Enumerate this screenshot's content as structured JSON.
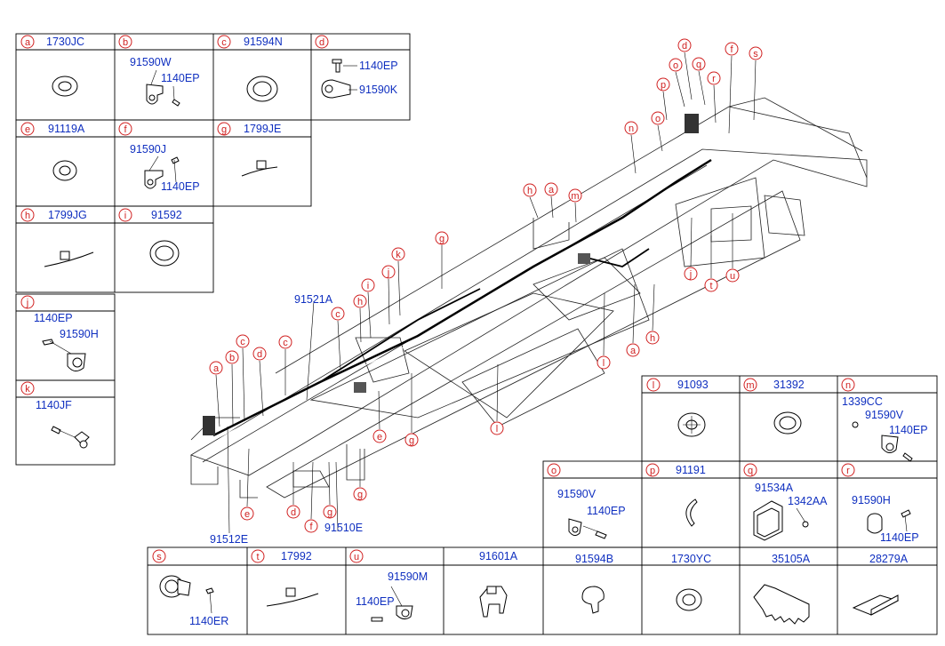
{
  "legend_cells": [
    {
      "letter": "a",
      "code": "1730JC"
    },
    {
      "letter": "b",
      "code": ""
    },
    {
      "letter": "c",
      "code": "91594N"
    },
    {
      "letter": "d",
      "code": ""
    },
    {
      "letter": "e",
      "code": "91119A"
    },
    {
      "letter": "f",
      "code": ""
    },
    {
      "letter": "g",
      "code": "1799JE"
    },
    {
      "letter": "h",
      "code": "1799JG"
    },
    {
      "letter": "i",
      "code": "91592"
    },
    {
      "letter": "j",
      "code": ""
    },
    {
      "letter": "k",
      "code": ""
    },
    {
      "letter": "l",
      "code": "91093"
    },
    {
      "letter": "m",
      "code": "31392"
    },
    {
      "letter": "n",
      "code": ""
    },
    {
      "letter": "o",
      "code": ""
    },
    {
      "letter": "p",
      "code": "91191"
    },
    {
      "letter": "q",
      "code": ""
    },
    {
      "letter": "r",
      "code": ""
    },
    {
      "letter": "s",
      "code": ""
    },
    {
      "letter": "t",
      "code": "17992"
    },
    {
      "letter": "u",
      "code": ""
    },
    {
      "letter": "",
      "code": "91601A"
    },
    {
      "letter": "",
      "code": "91594B"
    },
    {
      "letter": "",
      "code": "1730YC"
    },
    {
      "letter": "",
      "code": "35105A"
    },
    {
      "letter": "",
      "code": "28279A"
    }
  ],
  "cell_parts": {
    "b": [
      "91590W",
      "1140EP"
    ],
    "d": [
      "1140EP",
      "91590K"
    ],
    "f": [
      "91590J",
      "1140EP"
    ],
    "j": [
      "1140EP",
      "91590H"
    ],
    "k": [
      "1140JF"
    ],
    "n": [
      "1339CC",
      "91590V",
      "1140EP"
    ],
    "o": [
      "91590V",
      "1140EP"
    ],
    "q": [
      "91534A",
      "1342AA"
    ],
    "r": [
      "91590H",
      "1140EP"
    ],
    "s": [
      "1140ER"
    ],
    "u": [
      "91590M",
      "1140EP"
    ]
  },
  "main_labels": [
    "91521A",
    "91512E",
    "91510E"
  ],
  "callouts": [
    "d",
    "o",
    "q",
    "f",
    "s",
    "r",
    "p",
    "o",
    "n",
    "h",
    "a",
    "m",
    "g",
    "k",
    "j",
    "i",
    "h",
    "c",
    "c",
    "b",
    "a",
    "c",
    "d",
    "e",
    "e",
    "d",
    "f",
    "g",
    "g",
    "g",
    "l",
    "l",
    "a",
    "h",
    "j",
    "t",
    "u"
  ]
}
